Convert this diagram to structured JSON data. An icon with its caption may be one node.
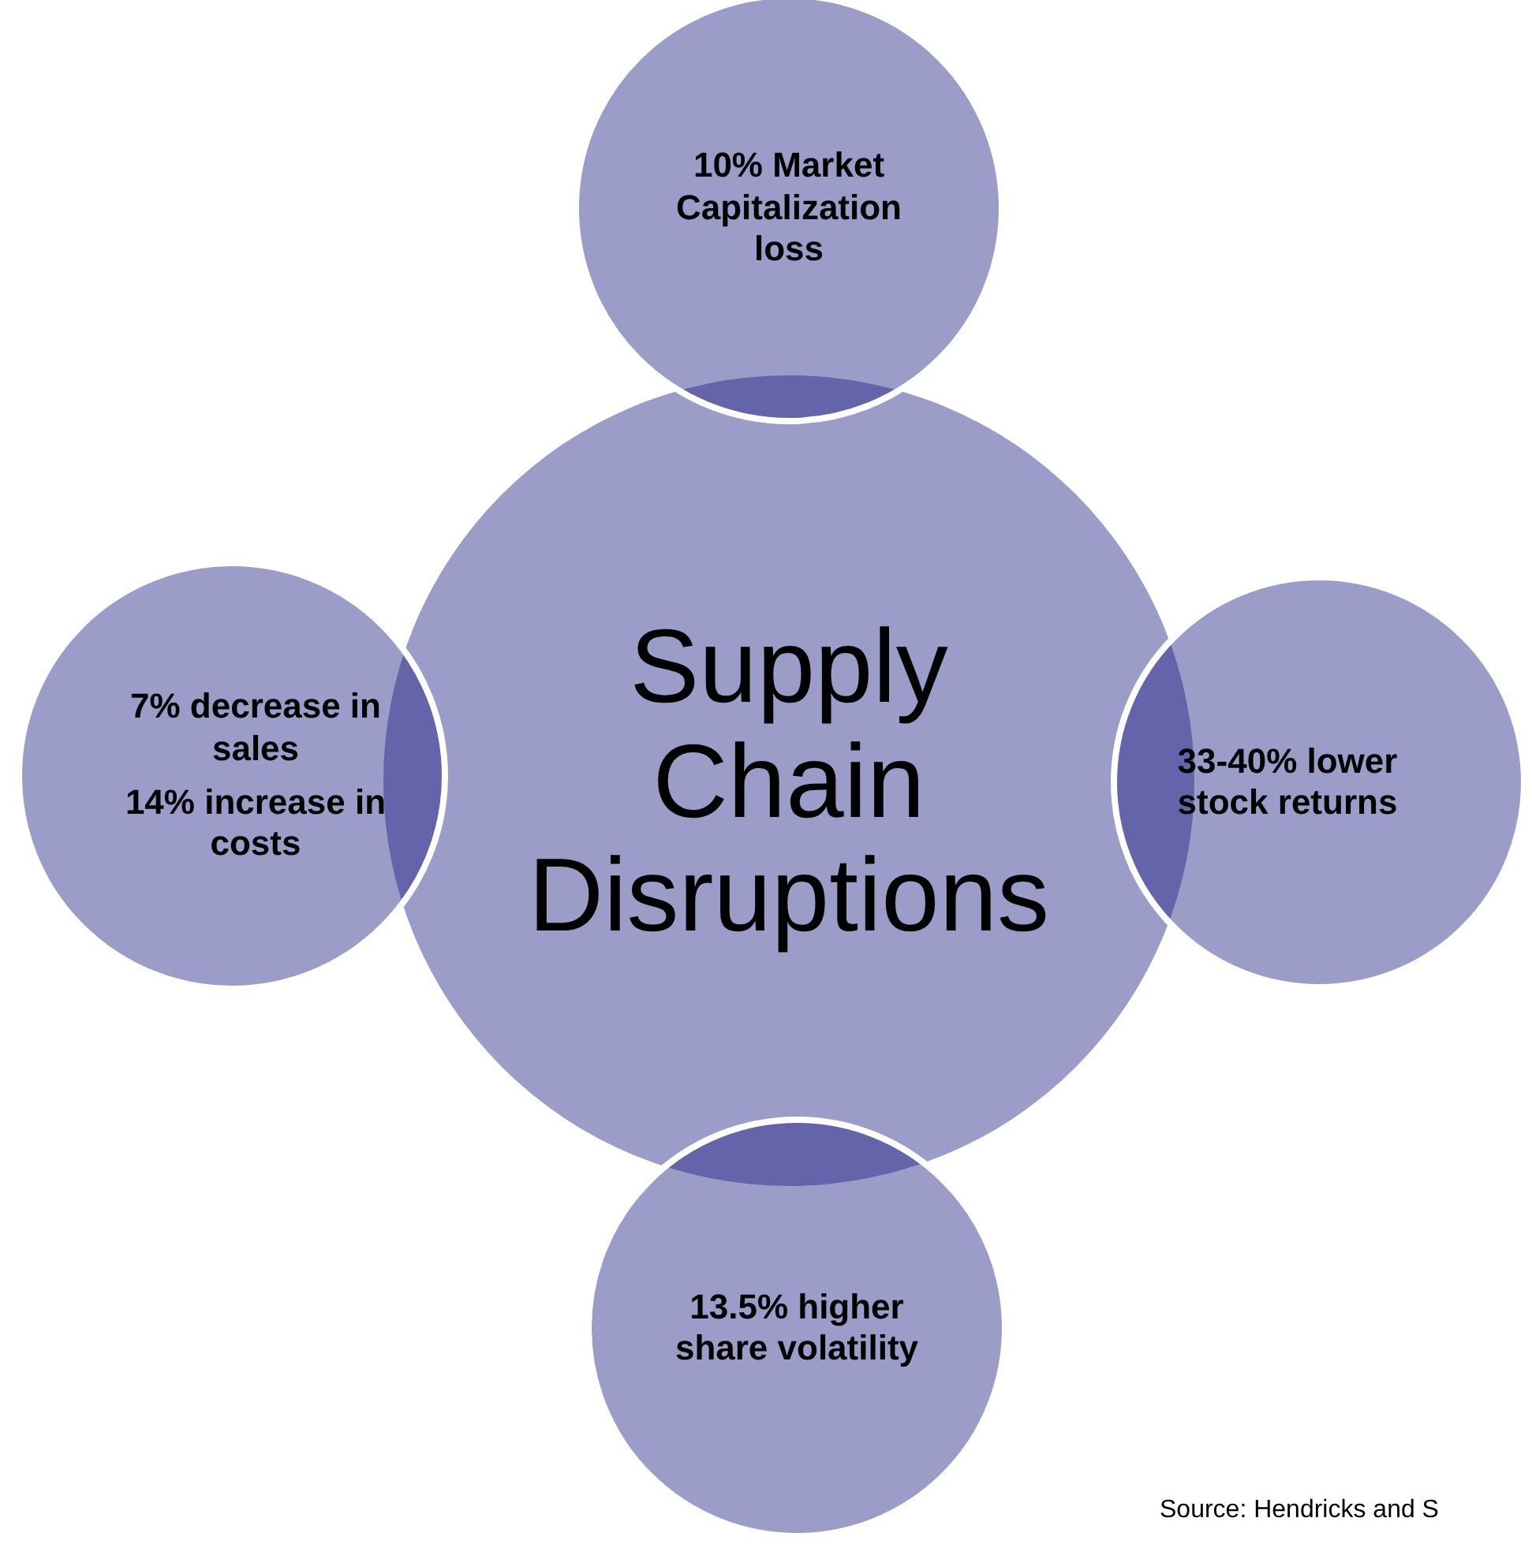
{
  "diagram": {
    "nodes": [
      {
        "text": [
          "10% Market Capitalization loss"
        ]
      },
      {
        "text": [
          "7% decrease in sales",
          "14% increase in costs"
        ]
      },
      {
        "text": [
          "Supply Chain Disruptions"
        ]
      },
      {
        "text": [
          "33-40% lower stock returns"
        ]
      },
      {
        "text": [
          "13.5% higher share volatility"
        ]
      }
    ],
    "edges": [],
    "labels": [
      "Source: Hendricks and S"
    ]
  }
}
